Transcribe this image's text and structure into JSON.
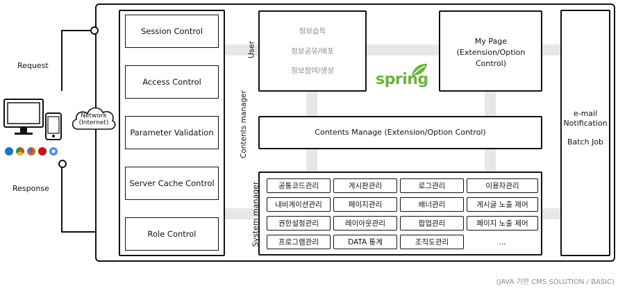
{
  "left": {
    "request_label": "Request",
    "response_label": "Response",
    "network_label": "Network (Internet)"
  },
  "controls": [
    "Session Control",
    "Access Control",
    "Parameter Validation",
    "Server Cache Control",
    "Role Control"
  ],
  "user": {
    "label": "User",
    "lines": [
      "정보습득",
      "정보공유/배포",
      "정보참여/생성"
    ]
  },
  "spring_logo": "spring",
  "mypage": "My Page (Extension/Option Control)",
  "contents_manager": {
    "label": "Contents manager",
    "box": "Contents Manage (Extension/Option Control)"
  },
  "system_manager": {
    "label": "System manager",
    "rows": [
      [
        "공통코드관리",
        "게시판관리",
        "로그관리",
        "이용자관리"
      ],
      [
        "내비게이션관리",
        "페이지관리",
        "배너관리",
        "게시글 노출 제어"
      ],
      [
        "권한설정관리",
        "레이아웃관리",
        "팝업관리",
        "페이지 노출 제어"
      ],
      [
        "프로그램관리",
        "DATA 통계",
        "조직도관리",
        "..."
      ]
    ]
  },
  "batch": {
    "line1": "e-mail",
    "line2": "Notification",
    "line3": "Batch Job"
  },
  "caption": "(JAVA 기반 CMS SOLUTION / BASIC)",
  "icons": [
    "monitor-icon",
    "mobile-icon",
    "cloud-icon",
    "ie-icon",
    "chrome-icon",
    "firefox-icon",
    "opera-icon",
    "safari-icon"
  ],
  "colors": {
    "spring": "#6db33f",
    "line": "#111111",
    "band": "#e7e7e7",
    "gray_text": "#8c8c8c"
  }
}
